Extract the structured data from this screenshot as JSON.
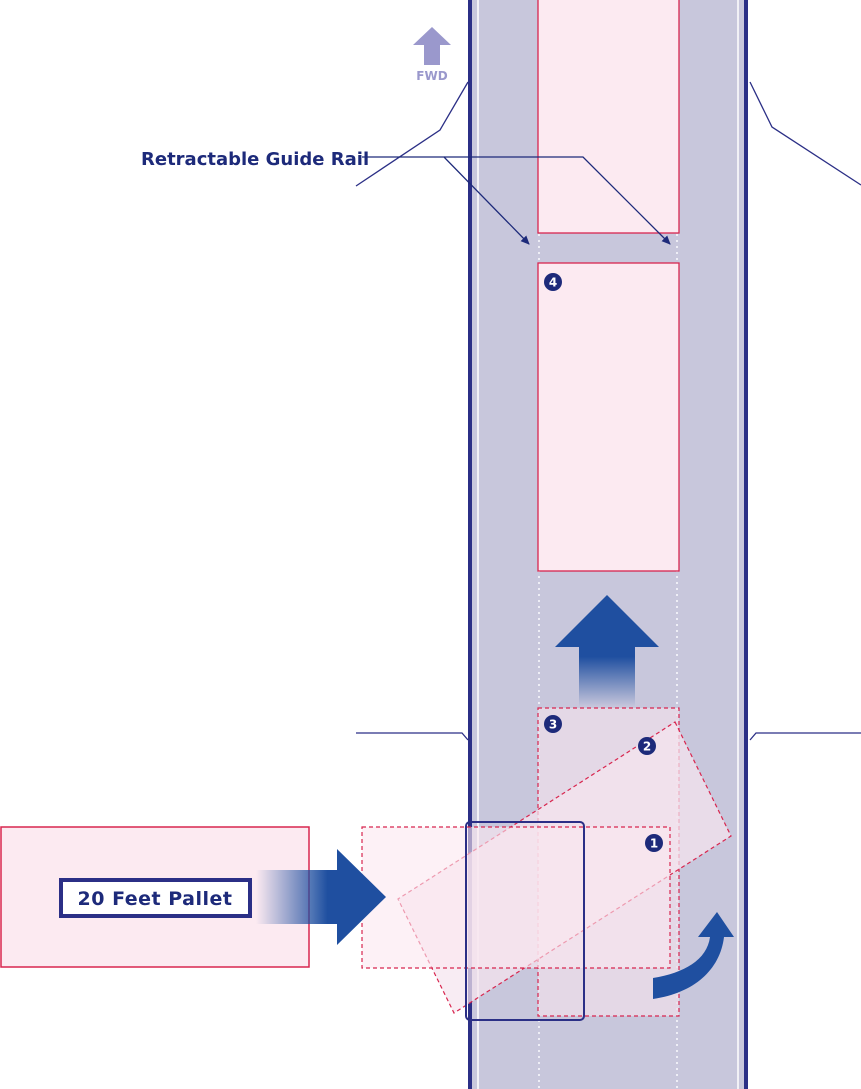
{
  "labels": {
    "fwd": "FWD",
    "guide_rail": "Retractable Guide Rail",
    "pallet": "20 Feet Pallet"
  },
  "steps": [
    "1",
    "2",
    "3",
    "4"
  ],
  "colors": {
    "aisle": "#c8c7dc",
    "rail_navy": "#2b2f86",
    "pallet_fill": "#fceaf1",
    "pallet_stroke": "#d8264f",
    "arrow_blue": "#1f4fa0",
    "fwd_arrow": "#9a98cc"
  }
}
